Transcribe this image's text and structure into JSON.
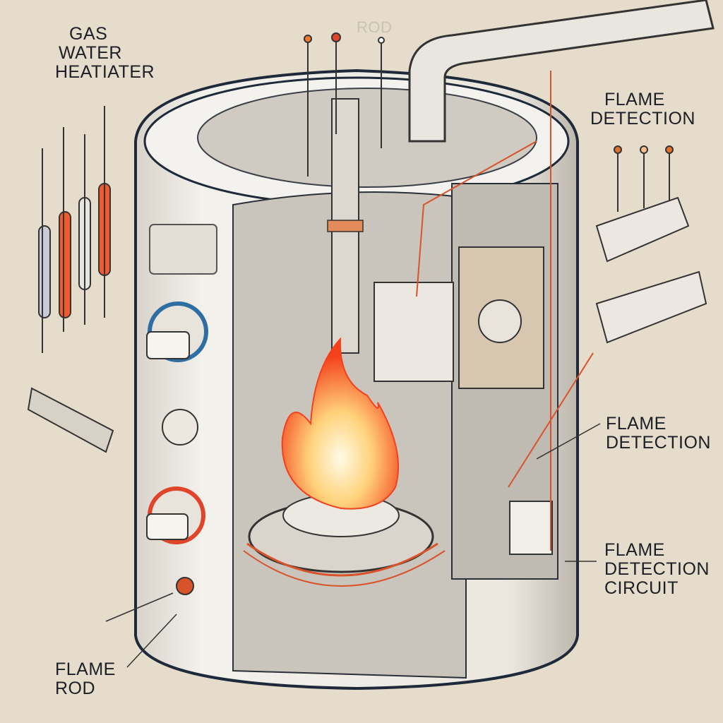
{
  "labels": {
    "title": [
      "GAS",
      "WATER",
      "HEATIATER"
    ],
    "top_rod": "ROD",
    "flame_detection_top": [
      "FLAME",
      "DETECTION"
    ],
    "flame_detection_mid": [
      "FLAME",
      "DETECTION"
    ],
    "flame_detection_circuit": [
      "FLAME",
      "DETECTION",
      "CIRCUIT"
    ],
    "flame_rod": [
      "FLAME",
      "ROD"
    ]
  },
  "colors": {
    "background": "#e6dccb",
    "body": "#efebe3",
    "outline": "#1e2a3a",
    "wire": "#d9532a",
    "flame_outer": "#f4411c",
    "flame_inner": "#fff3c8"
  }
}
